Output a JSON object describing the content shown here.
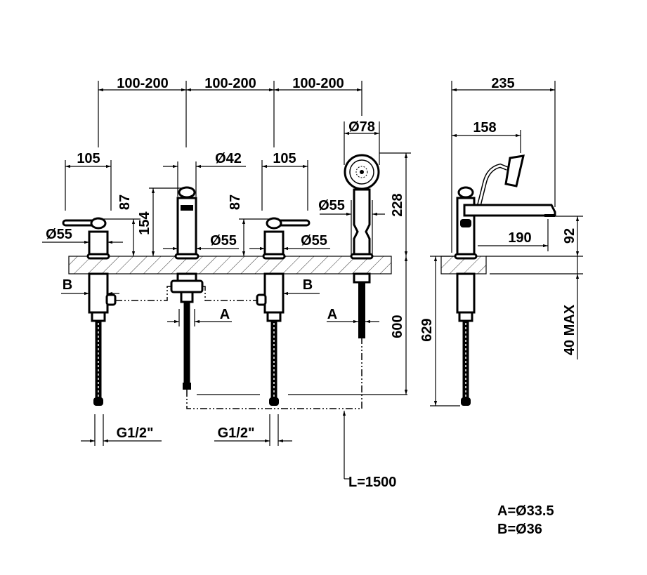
{
  "front_view": {
    "spacing_1": "100-200",
    "spacing_2": "100-200",
    "spacing_3": "100-200",
    "handle_left_width": "105",
    "handle_right_width": "105",
    "handle_left_height": "87",
    "handle_right_height": "87",
    "spout_height": "154",
    "spout_diameter": "Ø42",
    "base_left_diameter": "Ø55",
    "base_spout_diameter": "Ø55",
    "base_right_diameter": "Ø55",
    "shower_head_diameter": "Ø78",
    "shower_base_diameter": "Ø55",
    "shower_height": "228",
    "shank_length": "600",
    "label_b_left": "B",
    "label_b_right": "B",
    "label_a_spout": "A",
    "label_a_shower": "A",
    "connection_left": "G1/2\"",
    "connection_right": "G1/2\"",
    "hose_length": "L=1500"
  },
  "side_view": {
    "overall_depth": "235",
    "shower_depth": "158",
    "spout_reach": "190",
    "spout_clearance": "92",
    "deck_thickness": "40 MAX",
    "overall_length": "629"
  },
  "legend": {
    "a": "A=Ø33.5",
    "b": "B=Ø36"
  }
}
